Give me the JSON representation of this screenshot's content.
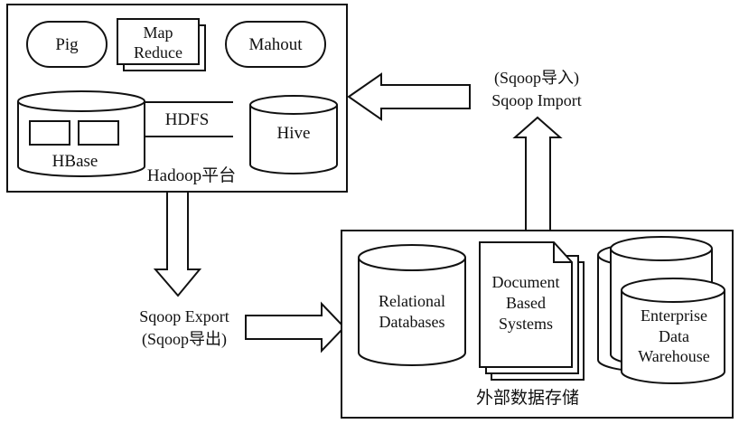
{
  "hadoop_platform": {
    "pig": "Pig",
    "mapreduce_line1": "Map",
    "mapreduce_line2": "Reduce",
    "mahout": "Mahout",
    "hdfs": "HDFS",
    "hbase": "HBase",
    "hive": "Hive",
    "platform_label": "Hadoop平台"
  },
  "import": {
    "line1": "(Sqoop导入)",
    "line2": "Sqoop Import"
  },
  "export": {
    "line1": "Sqoop Export",
    "line2": "(Sqoop导出)"
  },
  "external_storage": {
    "relational_line1": "Relational",
    "relational_line2": "Databases",
    "document_line1": "Document",
    "document_line2": "Based",
    "document_line3": "Systems",
    "edw_line1": "Enterprise",
    "edw_line2": "Data",
    "edw_line3": "Warehouse",
    "storage_label": "外部数据存储"
  },
  "colors": {
    "stroke": "#111111",
    "background": "#ffffff"
  }
}
